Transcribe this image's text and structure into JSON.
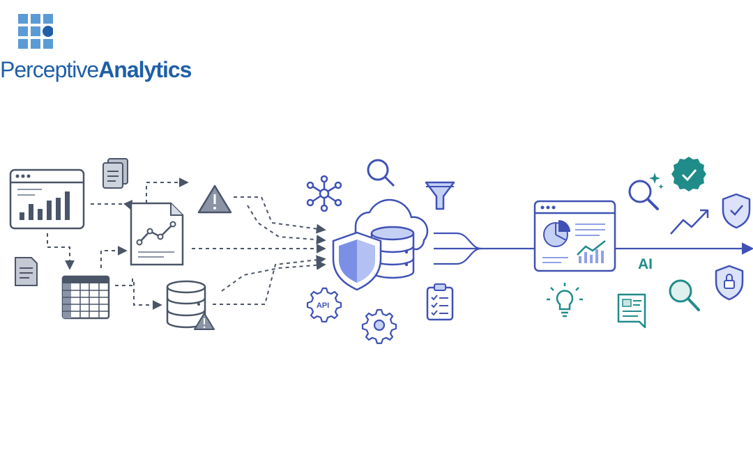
{
  "brand": {
    "name_part1": "Perceptive",
    "name_part2": "Analytics",
    "color": "#1f5fa8",
    "grid_color": "#5b9bd5"
  },
  "labels": {
    "api": "API",
    "ai": "AI"
  },
  "colors": {
    "source_stroke": "#4a5568",
    "hub_stroke": "#3f51b5",
    "hub_fill": "#c5d0f5",
    "output_stroke": "#3f51b5",
    "teal": "#1f8c8a"
  }
}
